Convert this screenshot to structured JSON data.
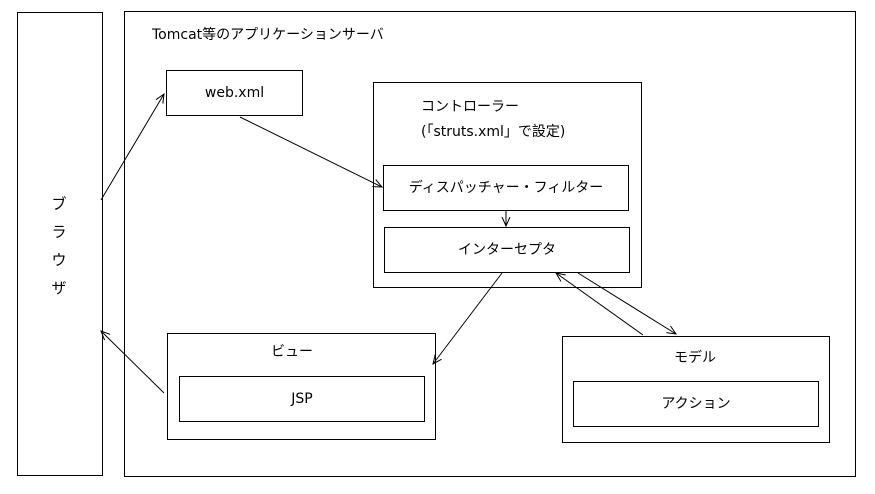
{
  "server": {
    "label": "Tomcat等のアプリケーションサーバ"
  },
  "browser": {
    "chars": [
      "ブ",
      "ラ",
      "ウ",
      "ザ"
    ]
  },
  "webxml": {
    "label": "web.xml"
  },
  "controller": {
    "label": "コントローラー",
    "note": "(「struts.xml」で設定)",
    "dispatcher": "ディスパッチャー・フィルター",
    "interceptor": "インターセプタ"
  },
  "view": {
    "label": "ビュー",
    "inner": "JSP"
  },
  "model": {
    "label": "モデル",
    "inner": "アクション"
  }
}
